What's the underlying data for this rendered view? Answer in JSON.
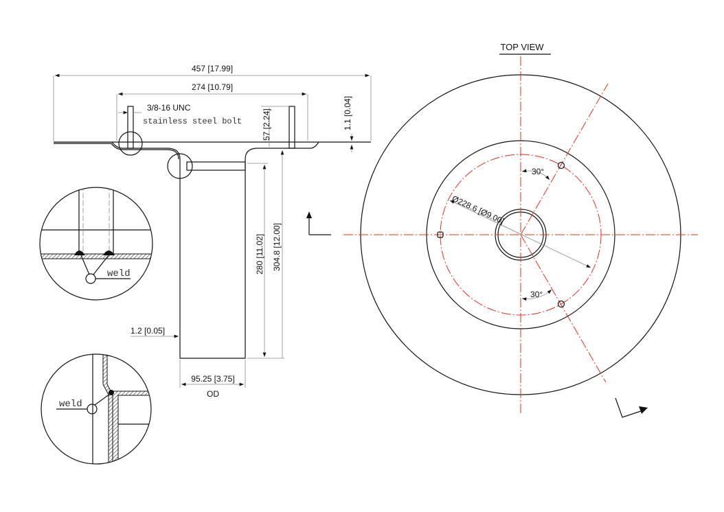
{
  "side_view": {
    "overall_width": "457 [17.99]",
    "bolt_spacing": "274 [10.79]",
    "bolt_spec": "3/8-16 UNC",
    "bolt_material": "stainless steel bolt",
    "bolt_height": "57 [2.24]",
    "flange_thickness": "1.1 [0.04]",
    "total_height": "304.8 [12.00]",
    "pipe_length": "280 [11.02]",
    "wall_thickness": "1.2 [0.05]",
    "pipe_diameter": "95.25 [3.75]",
    "pipe_diameter_note": "OD"
  },
  "details": {
    "weld_label_1": "weld",
    "weld_label_2": "weld"
  },
  "top_view": {
    "title": "TOP VIEW",
    "bolt_circle": "Ø228.6 [Ø9.00]",
    "angle_top": "30°",
    "angle_bottom": "30°"
  },
  "colors": {
    "centerline": "#e0301e",
    "line": "#111111"
  }
}
